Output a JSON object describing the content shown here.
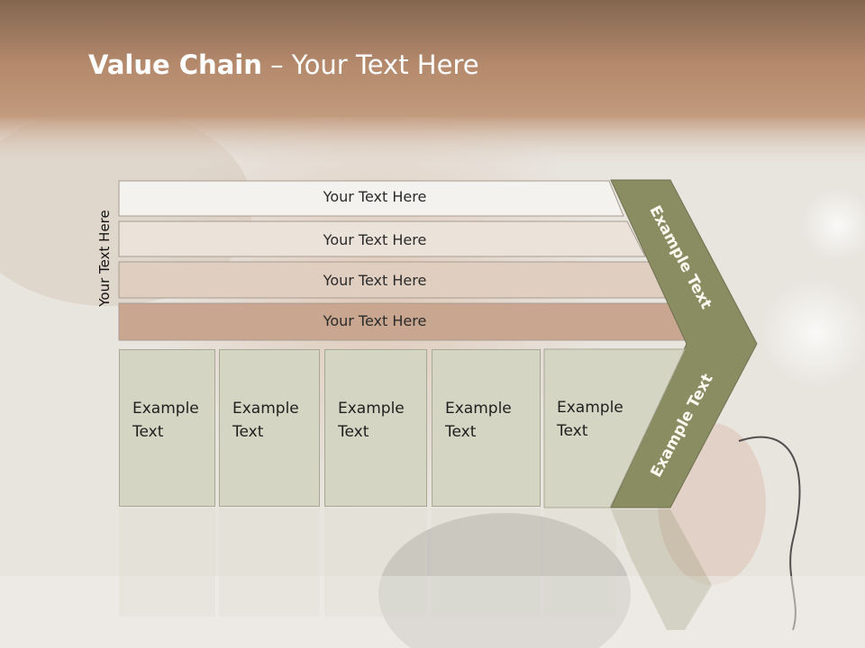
{
  "title": {
    "bold": "Value Chain",
    "rest": " – Your Text Here"
  },
  "side_label": "Your Text Here",
  "bars": [
    {
      "label": "Your Text Here",
      "color": "#f4f2ee"
    },
    {
      "label": "Your Text Here",
      "color": "#ebe2da"
    },
    {
      "label": "Your Text Here",
      "color": "#e0cfc0"
    },
    {
      "label": "Your Text Here",
      "color": "#c9a690"
    }
  ],
  "boxes": [
    {
      "line1": "Example",
      "line2": "Text"
    },
    {
      "line1": "Example",
      "line2": "Text"
    },
    {
      "line1": "Example",
      "line2": "Text"
    },
    {
      "line1": "Example",
      "line2": "Text"
    },
    {
      "line1": "Example",
      "line2": "Text"
    }
  ],
  "chevron": {
    "upper": "Example Text",
    "lower": "Example Text",
    "color": "#8a8c62"
  },
  "colors": {
    "header_top": "#8a6a52",
    "header_bottom": "#bf9373",
    "background": "#e9e6e0"
  }
}
